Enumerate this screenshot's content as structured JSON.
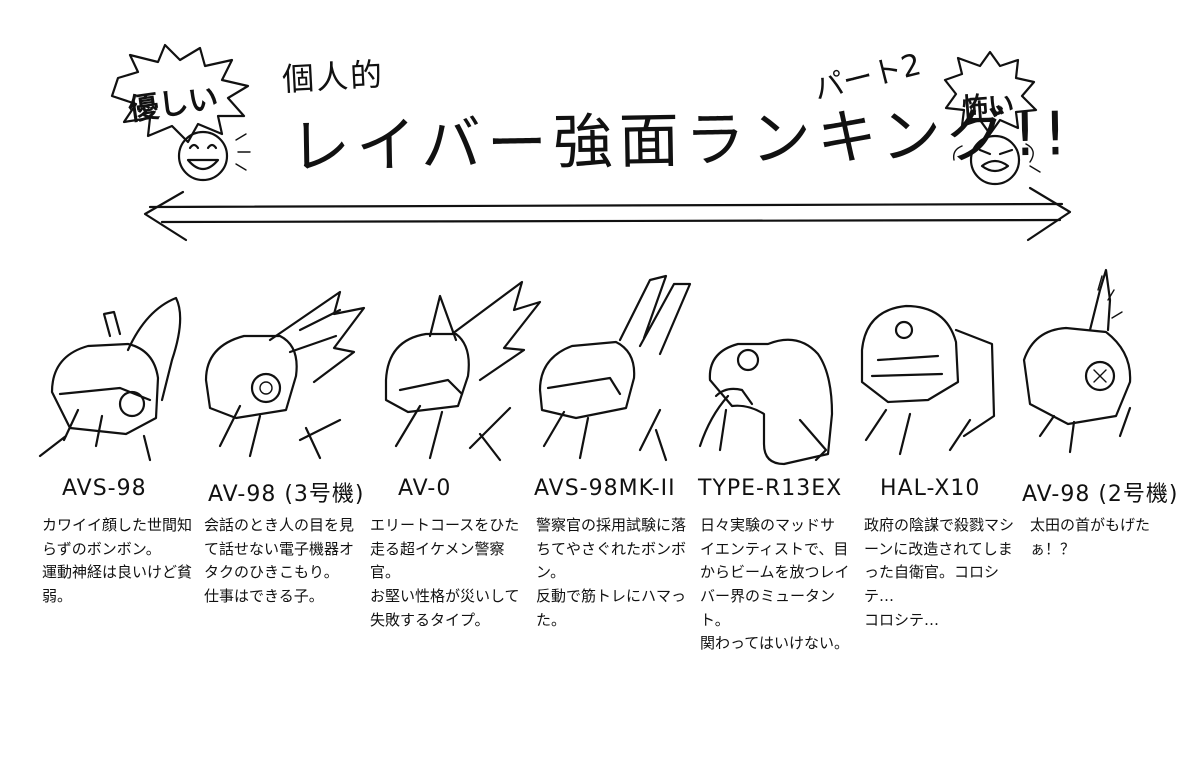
{
  "title": {
    "sub": "個人的",
    "main": "レイバー強面ランキング!!",
    "part": "パート2"
  },
  "scale": {
    "left_label": "優しい",
    "right_label": "怖い"
  },
  "robots": [
    {
      "model": "AVS-98",
      "description": "カワイイ顔した世間知らずのボンボン。\n運動神経は良いけど貧弱。"
    },
    {
      "model": "AV-98 (3号機)",
      "description": "会話のとき人の目を見て話せない電子機器オタクのひきこもり。\n仕事はできる子。"
    },
    {
      "model": "AV-0",
      "description": "エリートコースをひた走る超イケメン警察官。\nお堅い性格が災いして失敗するタイプ。"
    },
    {
      "model": "AVS-98MK-II",
      "description": "警察官の採用試験に落ちてやさぐれたボンボン。\n反動で筋トレにハマった。"
    },
    {
      "model": "TYPE-R13EX",
      "description": "日々実験のマッドサイエンティストで、目からビームを放つレイバー界のミュータント。\n関わってはいけない。"
    },
    {
      "model": "HAL-X10",
      "description": "政府の陰謀で殺戮マシーンに改造されてしまった自衛官。コロシテ…\nコロシテ…"
    },
    {
      "model": "AV-98 (2号機)",
      "description": "太田の首がもげたぁ！？"
    }
  ]
}
